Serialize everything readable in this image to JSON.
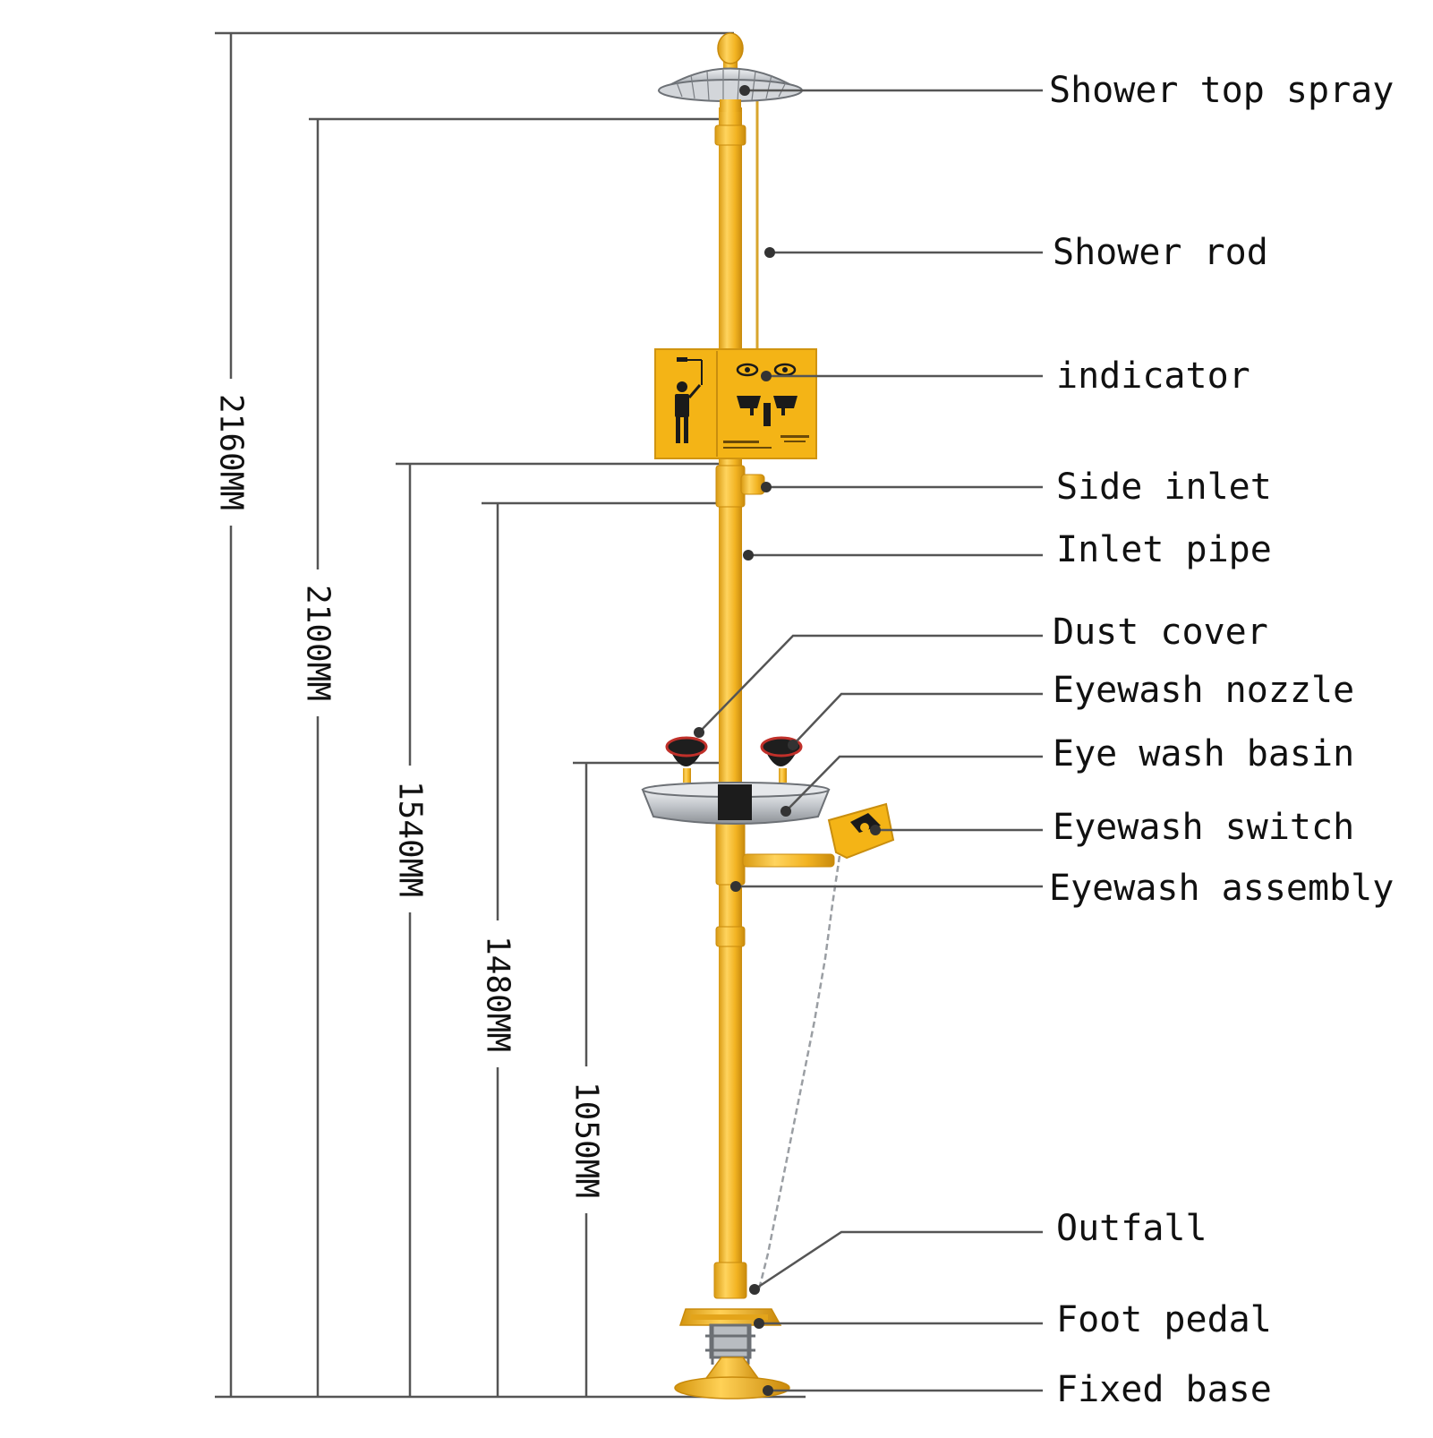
{
  "colors": {
    "yellow": "#f3b21f",
    "yellow_dark": "#d79a10",
    "yellow_light": "#ffd35a",
    "steel": "#c9ccd0",
    "steel_dark": "#8d9196",
    "line": "#555555",
    "text": "#111111",
    "black": "#1a1a1a",
    "red": "#c0302a"
  },
  "dimensions": [
    {
      "id": "overall",
      "label": "2160MM"
    },
    {
      "id": "shower-head",
      "label": "2100MM"
    },
    {
      "id": "side-inlet",
      "label": "1540MM"
    },
    {
      "id": "inlet-pipe",
      "label": "1480MM"
    },
    {
      "id": "eyewash",
      "label": "1050MM"
    }
  ],
  "callouts": [
    {
      "id": "shower-top-spray",
      "label": "Shower top spray"
    },
    {
      "id": "shower-rod",
      "label": "Shower rod"
    },
    {
      "id": "indicator",
      "label": "indicator"
    },
    {
      "id": "side-inlet",
      "label": "Side inlet"
    },
    {
      "id": "inlet-pipe",
      "label": "Inlet pipe"
    },
    {
      "id": "dust-cover",
      "label": "Dust cover"
    },
    {
      "id": "eyewash-nozzle",
      "label": "Eyewash nozzle"
    },
    {
      "id": "eye-wash-basin",
      "label": "Eye wash basin"
    },
    {
      "id": "eyewash-switch",
      "label": "Eyewash switch"
    },
    {
      "id": "eyewash-assembly",
      "label": "Eyewash assembly"
    },
    {
      "id": "outfall",
      "label": "Outfall"
    },
    {
      "id": "foot-pedal",
      "label": "Foot pedal"
    },
    {
      "id": "fixed-base",
      "label": "Fixed base"
    }
  ]
}
